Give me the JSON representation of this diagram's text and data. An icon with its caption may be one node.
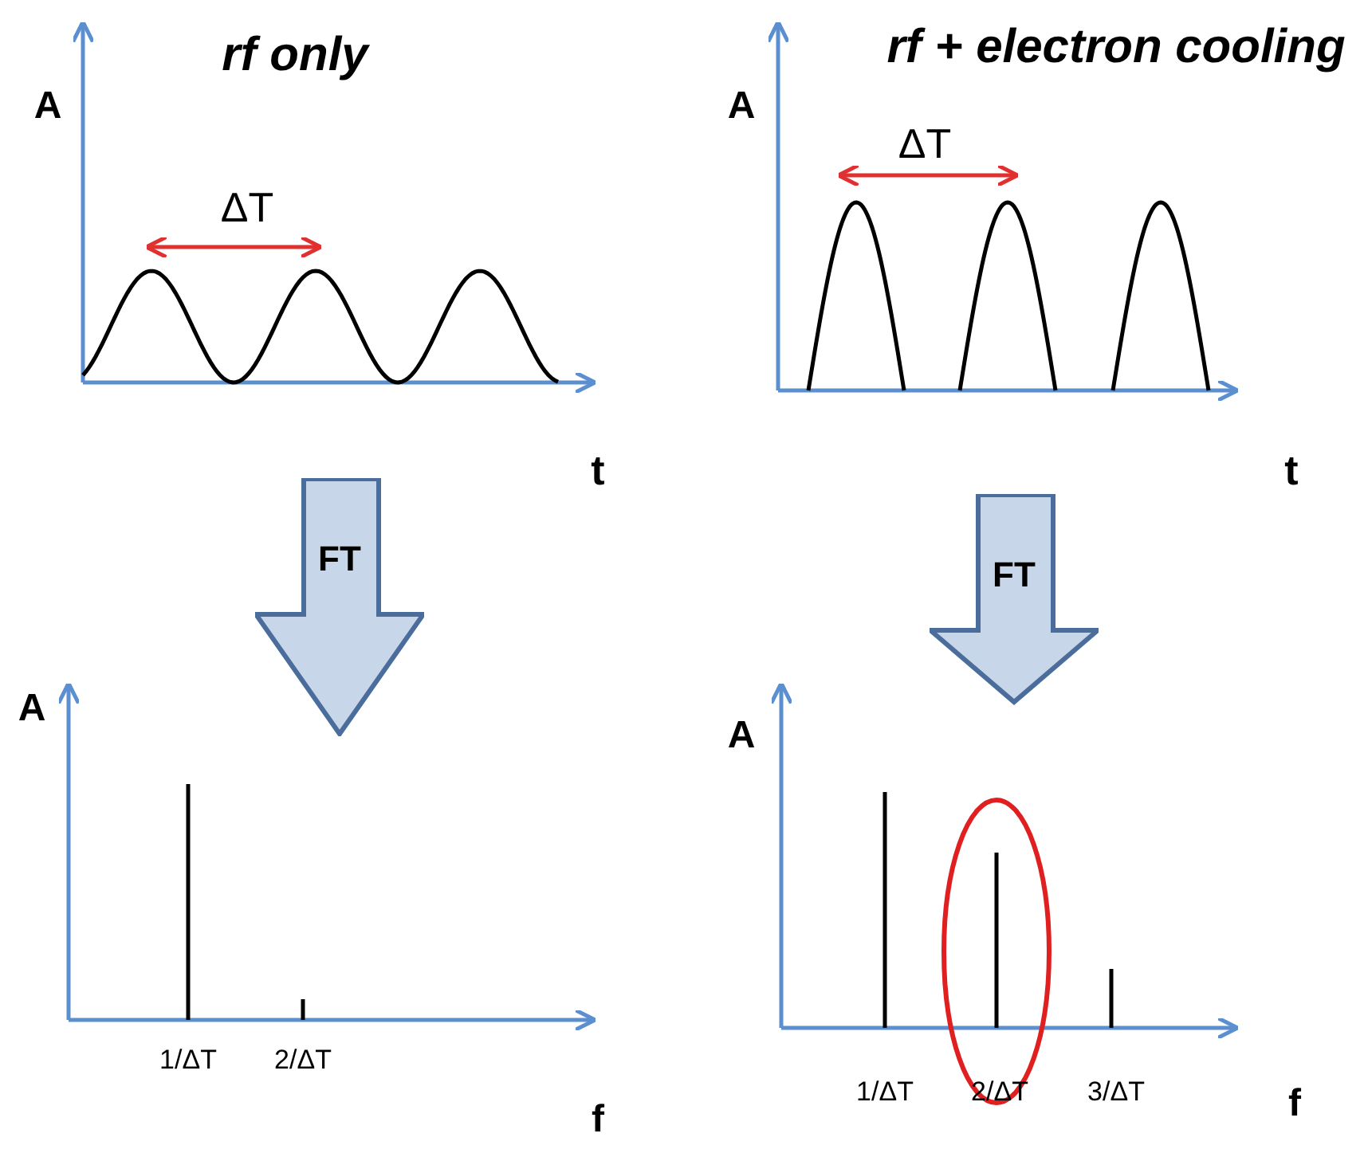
{
  "diagram": {
    "nodes": [
      {
        "text": [
          "FT"
        ]
      },
      {
        "text": [
          "FT"
        ]
      }
    ],
    "labels": [
      "rf only",
      "rf + electron cooling",
      "A",
      "A",
      "ΔT",
      "ΔT",
      "t",
      "t",
      "A",
      "A",
      "1/ΔT",
      "2/ΔT",
      "f",
      "1/ΔT",
      "2/ΔT",
      "3/ΔT",
      "f"
    ]
  }
}
